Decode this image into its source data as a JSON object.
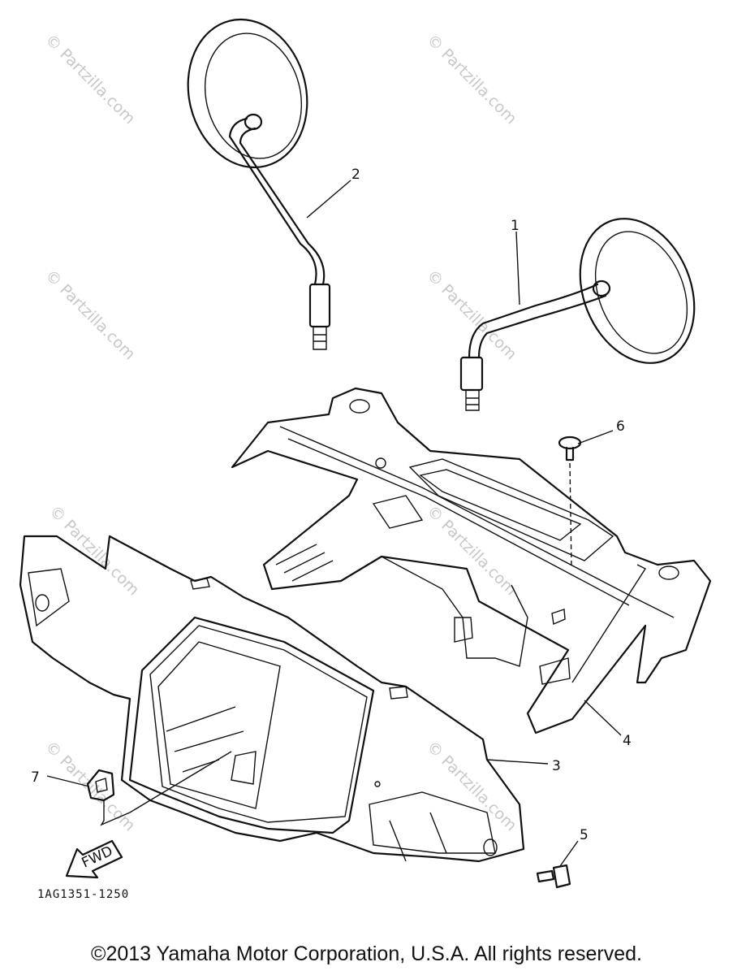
{
  "watermark": "© Partzilla.com",
  "callouts": {
    "c1": "1",
    "c2": "2",
    "c3": "3",
    "c4": "4",
    "c5": "5",
    "c6": "6",
    "c7": "7"
  },
  "fwd_label": "FWD",
  "diagram_code": "1AG1351-1250",
  "copyright": "©2013 Yamaha Motor Corporation, U.S.A. All rights reserved."
}
